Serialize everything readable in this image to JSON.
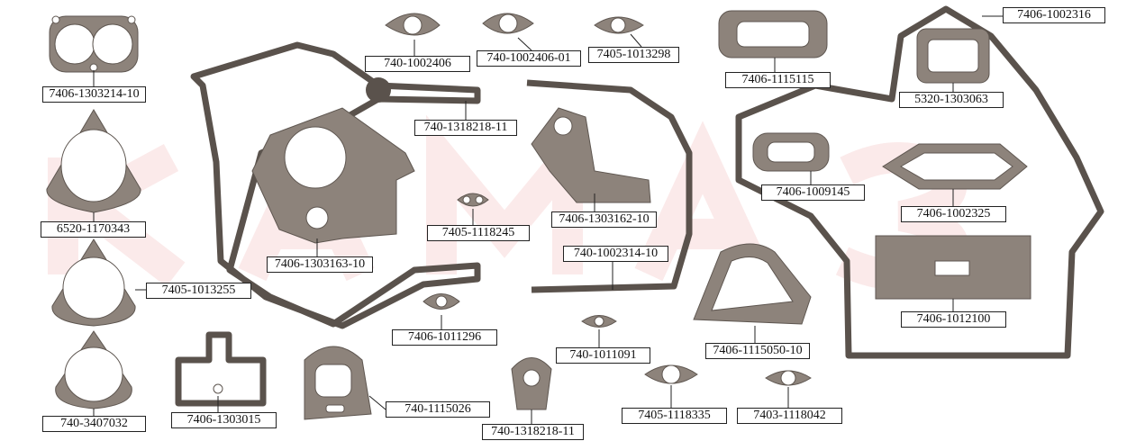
{
  "watermark": "КАМАЗ",
  "colors": {
    "gasket": "#8d837b",
    "watermark": "#fbeaea",
    "label_border": "#222222"
  },
  "parts": [
    {
      "id": "p1",
      "label": "7406-1303214-10"
    },
    {
      "id": "p2",
      "label": "740-1002406"
    },
    {
      "id": "p3",
      "label": "740-1002406-01"
    },
    {
      "id": "p4",
      "label": "7405-1013298"
    },
    {
      "id": "p5",
      "label": "7406-1115115"
    },
    {
      "id": "p6",
      "label": "7406-1002316"
    },
    {
      "id": "p7",
      "label": "5320-1303063"
    },
    {
      "id": "p8",
      "label": "740-1318218-11"
    },
    {
      "id": "p9",
      "label": "6520-1170343"
    },
    {
      "id": "p10",
      "label": "7405-1013255"
    },
    {
      "id": "p11",
      "label": "7406-1303163-10"
    },
    {
      "id": "p12",
      "label": "7405-1118245"
    },
    {
      "id": "p13",
      "label": "7406-1303162-10"
    },
    {
      "id": "p14",
      "label": "7406-1009145"
    },
    {
      "id": "p15",
      "label": "7406-1002325"
    },
    {
      "id": "p16",
      "label": "740-1002314-10"
    },
    {
      "id": "p17",
      "label": "7406-1012100"
    },
    {
      "id": "p18",
      "label": "7406-1011296"
    },
    {
      "id": "p19",
      "label": "740-1011091"
    },
    {
      "id": "p20",
      "label": "7406-1115050-10"
    },
    {
      "id": "p21",
      "label": "740-3407032"
    },
    {
      "id": "p22",
      "label": "7406-1303015"
    },
    {
      "id": "p23",
      "label": "740-1115026"
    },
    {
      "id": "p24",
      "label": "740-1318218-11"
    },
    {
      "id": "p25",
      "label": "7405-1118335"
    },
    {
      "id": "p26",
      "label": "7403-1118042"
    }
  ]
}
